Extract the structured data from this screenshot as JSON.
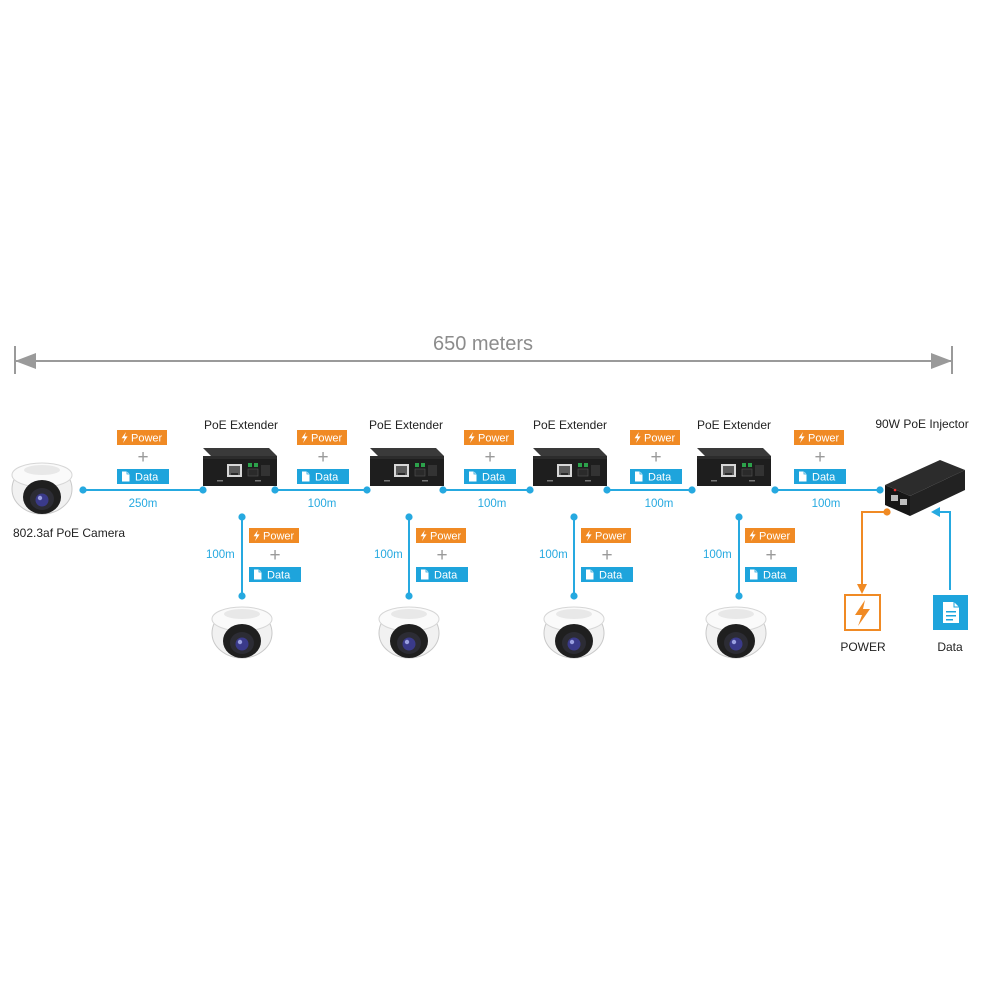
{
  "diagram": {
    "span_label": "650 meters",
    "camera_label": "802.3af PoE Camera",
    "extender_label": "PoE Extender",
    "injector_label": "90W PoE Injector",
    "badges": {
      "power": "Power",
      "data": "Data",
      "plus": "+"
    },
    "segments": [
      "250m",
      "100m",
      "100m",
      "100m",
      "100m"
    ],
    "branches": [
      "100m",
      "100m",
      "100m",
      "100m"
    ],
    "sources": {
      "power": "POWER",
      "data": "Data"
    }
  },
  "colors": {
    "accent_blue": "#26a9e0",
    "power_orange": "#f08a24",
    "span_gray": "#9a9a9a",
    "device_dark": "#1e1e1e",
    "background": "#ffffff"
  },
  "icons": {
    "power_badge": "lightning-bolt-icon",
    "data_badge": "document-icon",
    "camera": "dome-camera-icon",
    "extender": "poe-extender-device",
    "injector": "poe-injector-device"
  }
}
